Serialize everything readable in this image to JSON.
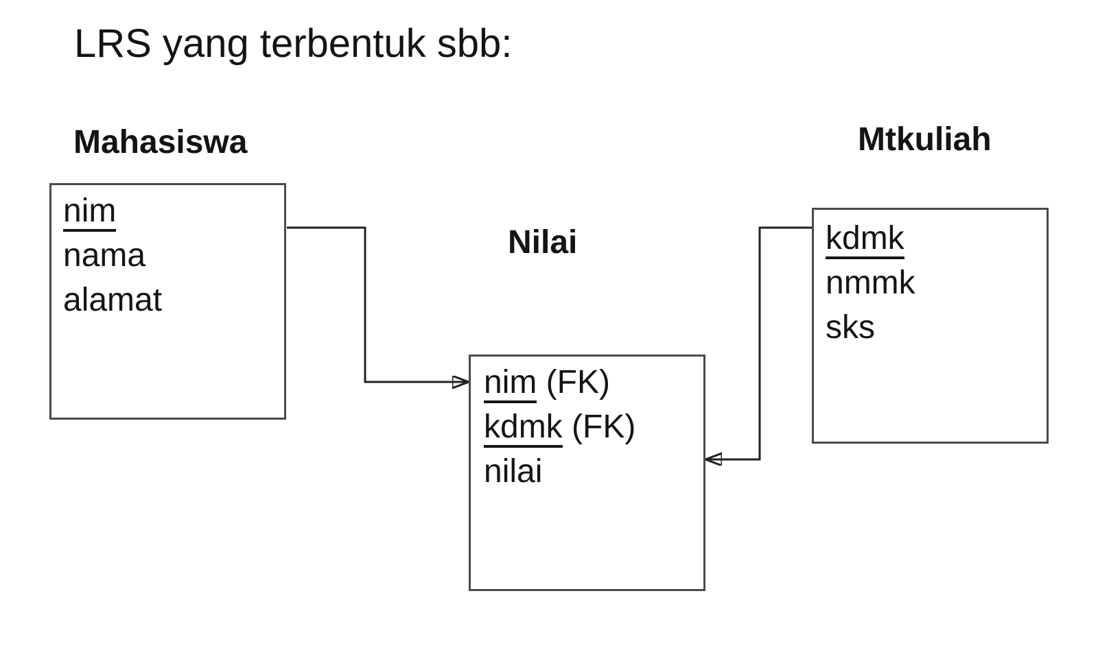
{
  "page": {
    "title": "LRS yang terbentuk sbb:"
  },
  "colors": {
    "background": "#ffffff",
    "text": "#141414",
    "box_border": "#4a4a4a",
    "connector": "#222222"
  },
  "diagram": {
    "entities": [
      {
        "name": "Mahasiswa",
        "attributes": [
          {
            "name": "nim",
            "suffix": "",
            "key": true
          },
          {
            "name": "nama",
            "suffix": "",
            "key": false
          },
          {
            "name": "alamat",
            "suffix": "",
            "key": false
          }
        ]
      },
      {
        "name": "Nilai",
        "attributes": [
          {
            "name": "nim",
            "suffix": " (FK)",
            "key": true
          },
          {
            "name": "kdmk",
            "suffix": " (FK)",
            "key": true
          },
          {
            "name": "nilai",
            "suffix": "",
            "key": false
          }
        ]
      },
      {
        "name": "Mtkuliah",
        "attributes": [
          {
            "name": "kdmk",
            "suffix": "",
            "key": true
          },
          {
            "name": "nmmk",
            "suffix": "",
            "key": false
          },
          {
            "name": "sks",
            "suffix": "",
            "key": false
          }
        ]
      }
    ],
    "relationships": [
      {
        "from": "Mahasiswa.nim",
        "to": "Nilai.nim (FK)"
      },
      {
        "from": "Mtkuliah.kdmk",
        "to": "Nilai.kdmk (FK)"
      }
    ]
  }
}
